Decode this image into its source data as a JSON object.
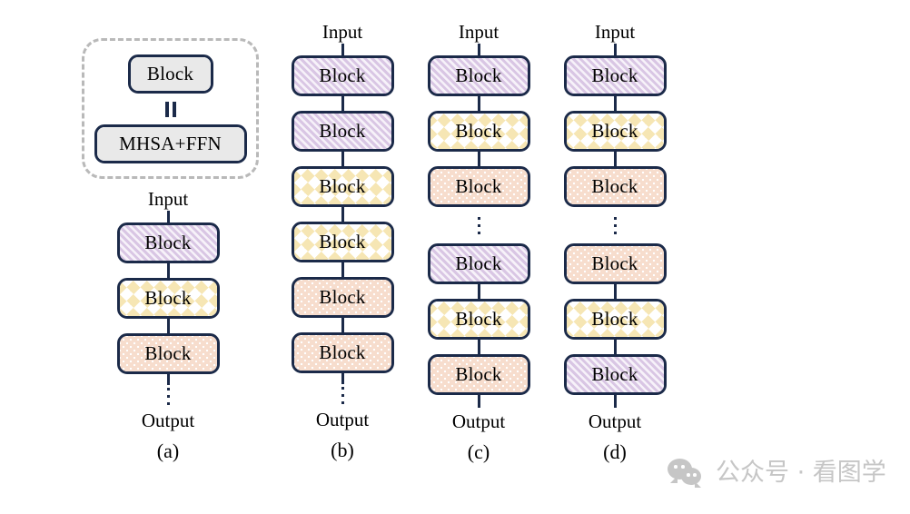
{
  "figure": {
    "block_label": "Block",
    "input_label": "Input",
    "output_label": "Output",
    "ellipsis": "vertical-ellipsis"
  },
  "legend": {
    "panel_name": "block-definition-legend",
    "block_label": "Block",
    "equals_symbol": "=",
    "definition_label": "MHSA+FFN"
  },
  "colors": {
    "border": "#1b2a49",
    "purple_fill": "#d9c6e4",
    "yellow_fill": "#f6e6b4",
    "peach_fill": "#f7ddcd",
    "legend_fill": "#e9e9e9",
    "dashed_border": "#b9b9b9",
    "watermark": "#c6c6c6"
  },
  "columns": [
    {
      "id": "a",
      "caption": "(a)",
      "input_label": "Input",
      "output_label": "Output",
      "output_shown": true,
      "blocks": [
        {
          "label": "Block",
          "pattern": "purple"
        },
        {
          "label": "Block",
          "pattern": "yellow"
        },
        {
          "label": "Block",
          "pattern": "peach"
        }
      ],
      "trailing_ellipsis": true,
      "mid_ellipsis": false
    },
    {
      "id": "b",
      "caption": "(b)",
      "input_label": "Input",
      "output_label": "Output",
      "output_shown": true,
      "blocks": [
        {
          "label": "Block",
          "pattern": "purple"
        },
        {
          "label": "Block",
          "pattern": "purple"
        },
        {
          "label": "Block",
          "pattern": "yellow"
        },
        {
          "label": "Block",
          "pattern": "yellow"
        },
        {
          "label": "Block",
          "pattern": "peach"
        },
        {
          "label": "Block",
          "pattern": "peach"
        }
      ],
      "trailing_ellipsis": true,
      "mid_ellipsis": false
    },
    {
      "id": "c",
      "caption": "(c)",
      "input_label": "Input",
      "output_label": "Output",
      "output_shown": true,
      "blocks_top": [
        {
          "label": "Block",
          "pattern": "purple"
        },
        {
          "label": "Block",
          "pattern": "yellow"
        },
        {
          "label": "Block",
          "pattern": "peach"
        }
      ],
      "blocks_bottom": [
        {
          "label": "Block",
          "pattern": "purple"
        },
        {
          "label": "Block",
          "pattern": "yellow"
        },
        {
          "label": "Block",
          "pattern": "peach"
        }
      ],
      "trailing_ellipsis": false,
      "mid_ellipsis": true
    },
    {
      "id": "d",
      "caption": "(d)",
      "input_label": "Input",
      "output_label": "Output",
      "output_shown": true,
      "blocks_top": [
        {
          "label": "Block",
          "pattern": "purple"
        },
        {
          "label": "Block",
          "pattern": "yellow"
        },
        {
          "label": "Block",
          "pattern": "peach"
        }
      ],
      "blocks_bottom": [
        {
          "label": "Block",
          "pattern": "peach"
        },
        {
          "label": "Block",
          "pattern": "yellow"
        },
        {
          "label": "Block",
          "pattern": "purple"
        }
      ],
      "trailing_ellipsis": false,
      "mid_ellipsis": true
    }
  ],
  "watermark": {
    "icon": "wechat-logo-icon",
    "text": "公众号 · 看图学"
  }
}
